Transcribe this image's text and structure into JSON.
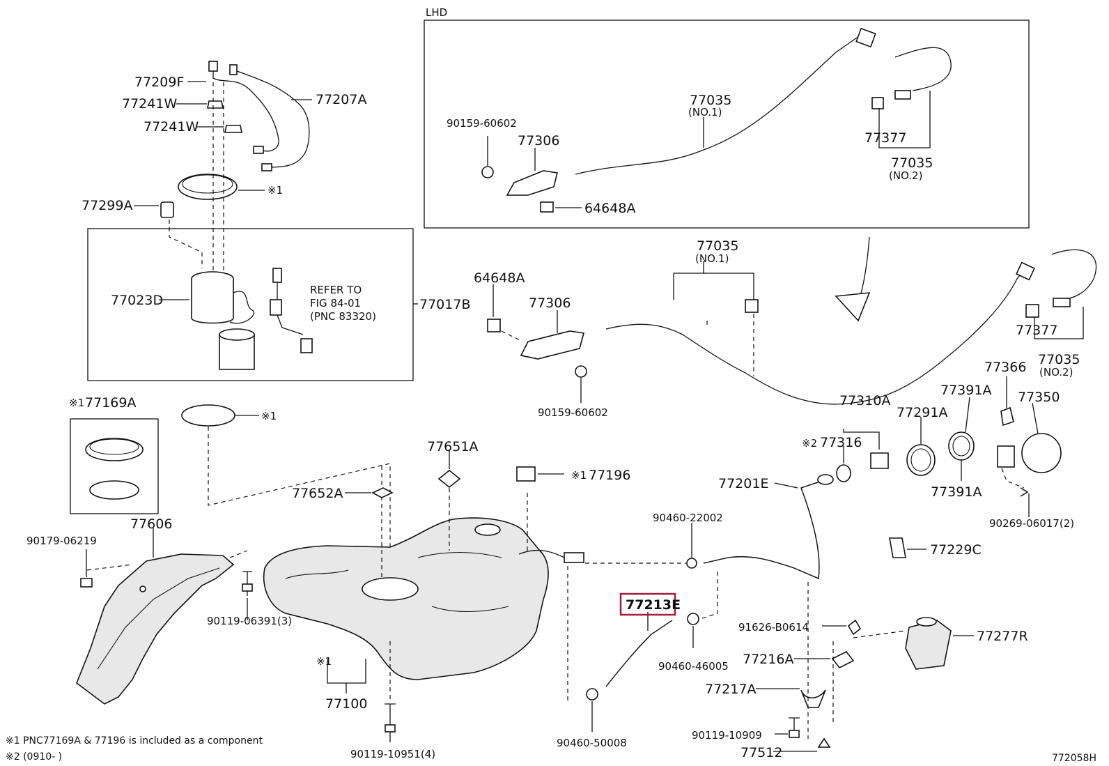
{
  "header": {
    "lhd_label": "LHD"
  },
  "labels": {
    "p77209F": "77209F",
    "p77241W_a": "77241W",
    "p77241W_b": "77241W",
    "p77207A": "77207A",
    "mark1_ring": "※1",
    "p77299A": "77299A",
    "p77023D": "77023D",
    "refer_1": "REFER TO",
    "refer_2": "FIG 84-01",
    "refer_3": "(PNC 83320)",
    "p77017B": "77017B",
    "lhd_p90159": "90159-60602",
    "lhd_p77306": "77306",
    "lhd_p64648A": "64648A",
    "lhd_p77035": "77035",
    "lhd_no1": "(NO.1)",
    "lhd_p77377": "77377",
    "lhd_p77035b": "77035",
    "lhd_no2": "(NO.2)",
    "p77035_top": "77035",
    "no1_main": "(NO.1)",
    "p64648A": "64648A",
    "p77306": "77306",
    "p90159": "90159-60602",
    "p77377": "77377",
    "p77035_no2": "77035",
    "no2_main": "(NO.2)",
    "mark1_169": "※1",
    "p77169A": "77169A",
    "mark1_gasket": "※1",
    "p77651A": "77651A",
    "mark1_196": "※1",
    "p77196": "77196",
    "p77652A": "77652A",
    "p77606": "77606",
    "p90179": "90179-06219",
    "p90119_06391": "90119-06391(3)",
    "mark1_tank": "※1",
    "p77100": "77100",
    "p90119_10951": "90119-10951(4)",
    "p90460_22002": "90460-22002",
    "p77213E": "77213E",
    "p90460_46005": "90460-46005",
    "p90460_50008": "90460-50008",
    "p77201E": "77201E",
    "mark2": "※2",
    "p77316": "77316",
    "p77310A": "77310A",
    "p77291A": "77291A",
    "p77391A_a": "77391A",
    "p77391A_b": "77391A",
    "p77366": "77366",
    "p77350": "77350",
    "p90269": "90269-06017(2)",
    "p77229C": "77229C",
    "p91626": "91626-B0614",
    "p77277R": "77277R",
    "p77216A": "77216A",
    "p77217A": "77217A",
    "p90119_10909": "90119-10909",
    "p77512": "77512"
  },
  "footnotes": {
    "note1": "※1 PNC77169A & 77196 is included as a component",
    "note2": "※2 (0910-      )"
  },
  "figure_code": "772058H",
  "colors": {
    "highlight_box": "#a0203a",
    "line": "#111111",
    "background": "#ffffff"
  }
}
